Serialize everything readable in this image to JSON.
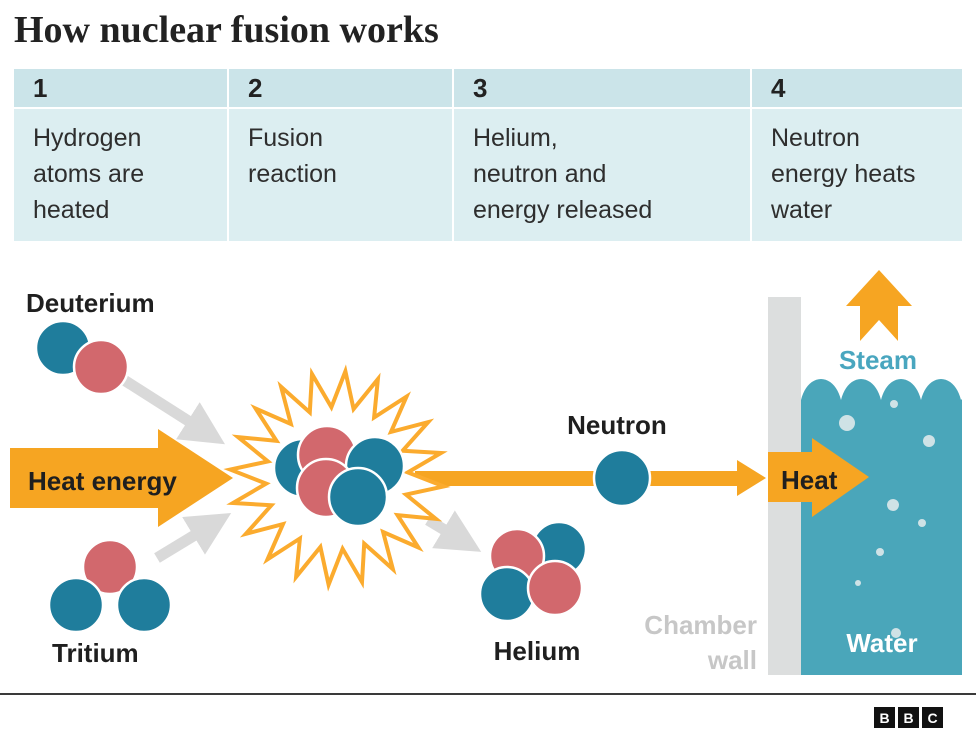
{
  "title": "How nuclear fusion works",
  "steps": [
    {
      "number": "1",
      "lines": [
        "Hydrogen",
        "atoms are",
        "heated"
      ]
    },
    {
      "number": "2",
      "lines": [
        "Fusion",
        "reaction"
      ]
    },
    {
      "number": "3",
      "lines": [
        "Helium,",
        "neutron and",
        "energy released"
      ]
    },
    {
      "number": "4",
      "lines": [
        "Neutron",
        "energy heats",
        "water"
      ]
    }
  ],
  "diagram": {
    "labels": {
      "deuterium": "Deuterium",
      "tritium": "Tritium",
      "heat_energy": "Heat energy",
      "neutron": "Neutron",
      "helium": "Helium",
      "heat": "Heat",
      "steam": "Steam",
      "water": "Water",
      "chamber_wall_line1": "Chamber",
      "chamber_wall_line2": "wall"
    },
    "colors": {
      "proton_red": "#d2686d",
      "neutron_teal": "#1f7d9c",
      "arrow_orange": "#f6a522",
      "burst_orange": "#fbab2e",
      "water_teal": "#4aa6ba",
      "wall_gray": "#dcdede",
      "guide_gray": "#d9d9d9",
      "steam_text": "#49a6bf",
      "chamber_text": "#c7c7c7",
      "bubble": "#cfe2e6",
      "table_header_bg": "#cbe4e9",
      "table_body_bg": "#dceef1"
    }
  },
  "footer": {
    "logo_letters": [
      "B",
      "B",
      "C"
    ]
  }
}
